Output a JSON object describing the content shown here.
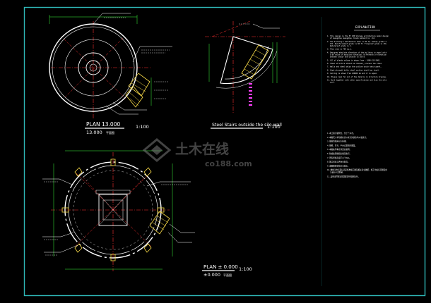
{
  "colors": {
    "background": "#000000",
    "border": "#2fb8b8",
    "drawing": "#ffffff",
    "axis": "#ff3030",
    "dimension": "#3cff3c",
    "hatch": "#ffe04a",
    "annotation": "#ff40ff",
    "watermark": "#7a7a7a"
  },
  "plan_upper_left": {
    "title": "PLAN 13.000",
    "scale": "1:100",
    "subtitle": "13.000",
    "subtitle_cn": "平面图"
  },
  "plan_stairs": {
    "title": "Steel Stairs outside the silo wall",
    "scale": "1:100"
  },
  "plan_lower": {
    "title": "PLAN ± 0.000",
    "scale": "1:100",
    "subtitle": "±0.000",
    "subtitle_cn": "平面图"
  },
  "explanation": {
    "heading": "EXPLANATION",
    "notes": [
      "1. This design is the 5T   200 Storage architecture model design of Guangzhou Guangzhou Jinshu Garment Co. Ltd.",
      "2. The building's maintenance base is 50 ft; Safety grade is 2th. Reinforcement grade is 60 ft. Fireproof grade is 2th. Waterproof grade is 2.",
      "3. Plan area is 700 sq.m.",
      "4. Designed absolute elevation of the building is equal with 0.00 value of absolute elevation. Difference of elevation between indoor and outside is 200 m.",
      "5. All of plants values is shown from : 1000-155-5001.",
      "6. Steel structure should be checked, process the steel.",
      "7. Walls and steel below the outline which hatch panel.",
      "8. High-strength bolts steel section steel bar steel.",
      "9. Ceiling is shown from 100000 mm and it is equal.",
      "10. Please look for all of the details in structure drawing.",
      "11. Work together with other specification and also the site work."
    ]
  },
  "notes_cn": {
    "lines": [
      "1.本工程为钢筒仓，位于广州市。",
      "2.本图尺寸单位除标高以米计外其余均以毫米计。",
      "3.钢材均采用Q235B钢。",
      "4.钢梯、栏杆、平台详见相关图集。",
      "5.本图未尽事宜详见总说明。",
      "6.防腐处理按相关规范执行。",
      "7.所有焊缝高度不小于6mm。",
      "8.施工时应与各专业配合。",
      "9.本图须经审核方可施工。",
      "10.楼梯平台平面标高见结构施工图及相关专业图纸，施工中如有问题及时与设计人员联系。",
      "11.其他未尽事宜按国家现行规范执行。"
    ]
  },
  "watermark": {
    "brand": "土木在线",
    "url": "co188.com"
  }
}
